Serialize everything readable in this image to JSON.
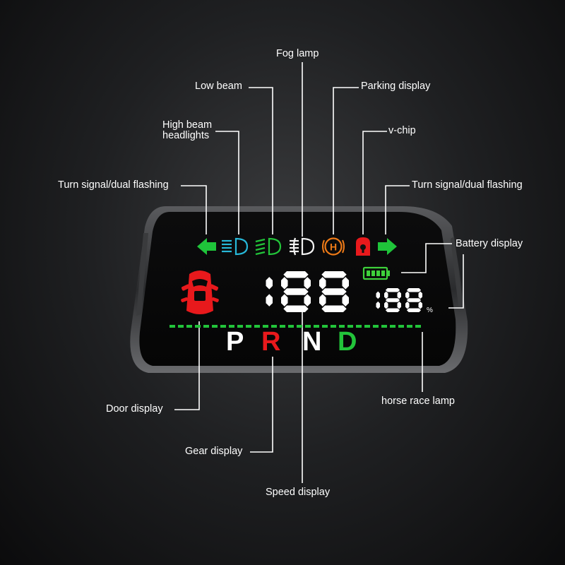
{
  "labels": {
    "fog_lamp": "Fog lamp",
    "low_beam": "Low beam",
    "parking_display": "Parking display",
    "high_beam_line1": "High beam",
    "high_beam_line2": "headlights",
    "v_chip": "v-chip",
    "turn_signal_left": "Turn signal/dual flashing",
    "turn_signal_right": "Turn signal/dual flashing",
    "battery_display": "Battery display",
    "door_display": "Door display",
    "horse_race_lamp": "horse race lamp",
    "gear_display": "Gear display",
    "speed_display": "Speed display"
  },
  "readouts": {
    "speed": "188",
    "secondary": "188",
    "percent_sign": "%"
  },
  "gears": [
    {
      "letter": "P",
      "color": "#ffffff"
    },
    {
      "letter": "R",
      "color": "#e8191c"
    },
    {
      "letter": "N",
      "color": "#ffffff"
    },
    {
      "letter": "D",
      "color": "#22c43a"
    }
  ],
  "icons": [
    "turn-left-arrow-icon",
    "high-beam-icon",
    "low-beam-icon",
    "fog-lamp-icon",
    "parking-brake-icon",
    "v-chip-icon",
    "turn-right-arrow-icon",
    "battery-icon",
    "car-door-icon"
  ],
  "colors": {
    "turn_signal": "#1fc43a",
    "high_beam": "#27b8d8",
    "low_beam": "#22c43a",
    "fog": "#f2f2f2",
    "parking": "#ee7a17",
    "vchip": "#e8191c",
    "battery": "#3ed13b",
    "door": "#e8191c",
    "horse_race": "#22c43a",
    "digits": "#ffffff"
  }
}
